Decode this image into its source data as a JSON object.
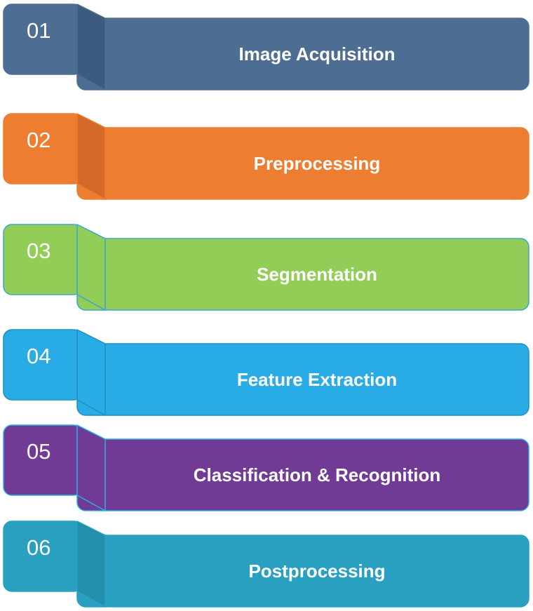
{
  "steps": [
    {
      "number": "01",
      "label": "Image Acquisition",
      "color": "#4e6d93",
      "shade": "#3d5a7f",
      "edge": "#4e6d93"
    },
    {
      "number": "02",
      "label": "Preprocessing",
      "color": "#ed7d31",
      "shade": "#d4692a",
      "edge": "#ed7d31"
    },
    {
      "number": "03",
      "label": "Segmentation",
      "color": "#92cd57",
      "shade": "#92cd57",
      "edge": "#3aa7cf"
    },
    {
      "number": "04",
      "label": "Feature Extraction",
      "color": "#29ace6",
      "shade": "#29ace6",
      "edge": "#1f8ec2"
    },
    {
      "number": "05",
      "label": "Classification & Recognition",
      "color": "#703a95",
      "shade": "#703a95",
      "edge": "#29ace6"
    },
    {
      "number": "06",
      "label": "Postprocessing",
      "color": "#2aa0c0",
      "shade": "#2290ad",
      "edge": "#2aa0c0"
    }
  ]
}
